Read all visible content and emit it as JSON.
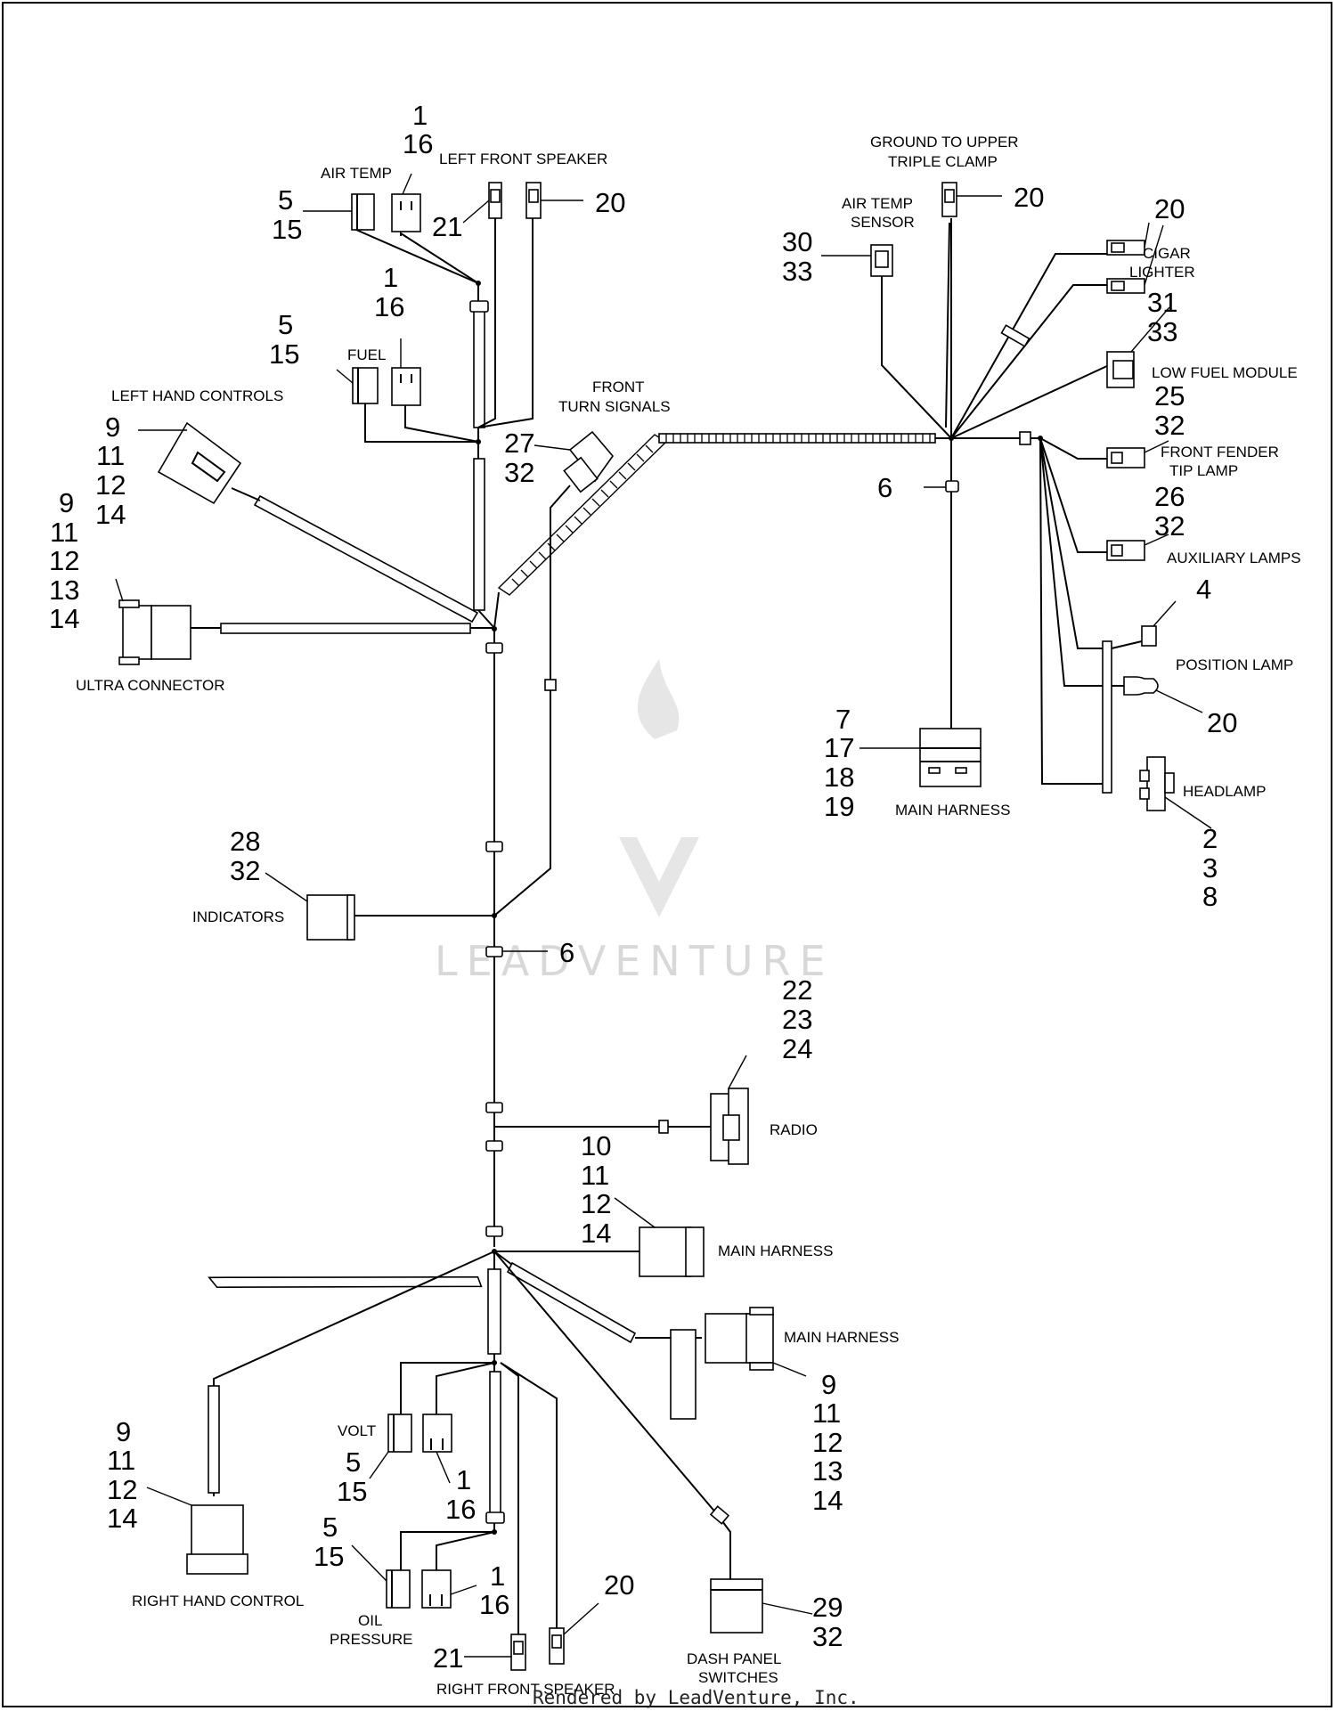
{
  "diagram": {
    "labels": {
      "air_temp": "AIR TEMP",
      "left_front_speaker": "LEFT FRONT SPEAKER",
      "fuel": "FUEL",
      "left_hand_controls": "LEFT HAND CONTROLS",
      "ultra_connector": "ULTRA CONNECTOR",
      "front_turn_signals_1": "FRONT",
      "front_turn_signals_2": "TURN SIGNALS",
      "ground_upper_1": "GROUND TO UPPER",
      "ground_upper_2": "TRIPLE CLAMP",
      "air_temp_sensor_1": "AIR TEMP",
      "air_temp_sensor_2": "SENSOR",
      "cigar_1": "CIGAR",
      "cigar_2": "LIGHTER",
      "low_fuel_module": "LOW FUEL MODULE",
      "front_fender_1": "FRONT FENDER",
      "front_fender_2": "TIP LAMP",
      "auxiliary_lamps": "AUXILIARY LAMPS",
      "position_lamp": "POSITION LAMP",
      "headlamp": "HEADLAMP",
      "main_harness_top": "MAIN HARNESS",
      "indicators": "INDICATORS",
      "radio": "RADIO",
      "main_harness_mid": "MAIN HARNESS",
      "main_harness_low": "MAIN HARNESS",
      "volt": "VOLT",
      "oil_1": "OIL",
      "oil_2": "PRESSURE",
      "right_hand_control": "RIGHT HAND CONTROL",
      "right_front_speaker": "RIGHT FRONT SPEAKER",
      "dash_1": "DASH PANEL",
      "dash_2": "SWITCHES"
    },
    "callouts": {
      "at_1": "1",
      "at_16": "16",
      "at_5": "5",
      "at_15": "15",
      "sp_21": "21",
      "sp_20": "20",
      "f_1": "1",
      "f_16": "16",
      "f_5": "5",
      "f_15": "15",
      "lhc_9": "9",
      "lhc_11": "11",
      "lhc_12": "12",
      "lhc_14": "14",
      "uc_9": "9",
      "uc_11": "11",
      "uc_12": "12",
      "uc_13": "13",
      "uc_14": "14",
      "ts_27": "27",
      "ts_32": "32",
      "gnd_20": "20",
      "ats_30": "30",
      "ats_33": "33",
      "cig_20": "20",
      "lfm_31": "31",
      "lfm_33": "33",
      "ff_25": "25",
      "ff_32": "32",
      "six_top": "6",
      "aux_26": "26",
      "aux_32": "32",
      "pl_4": "4",
      "pl_20": "20",
      "mh_7": "7",
      "mh_17": "17",
      "mh_18": "18",
      "mh_19": "19",
      "hl_2": "2",
      "hl_3": "3",
      "hl_8": "8",
      "ind_28": "28",
      "ind_32": "32",
      "six_mid": "6",
      "rad_22": "22",
      "rad_23": "23",
      "rad_24": "24",
      "mm_10": "10",
      "mm_11": "11",
      "mm_12": "12",
      "mm_14": "14",
      "ml_9": "9",
      "ml_11": "11",
      "ml_12": "12",
      "ml_13": "13",
      "ml_14": "14",
      "rhc_9": "9",
      "rhc_11": "11",
      "rhc_12": "12",
      "rhc_14": "14",
      "v_5": "5",
      "v_15": "15",
      "v_1": "1",
      "v_16": "16",
      "o_5": "5",
      "o_15": "15",
      "o_1": "1",
      "o_16": "16",
      "rs_20": "20",
      "rs_21": "21",
      "dp_29": "29",
      "dp_32": "32"
    },
    "watermark": "LEADVENTURE",
    "footer": "Rendered by LeadVenture, Inc."
  }
}
